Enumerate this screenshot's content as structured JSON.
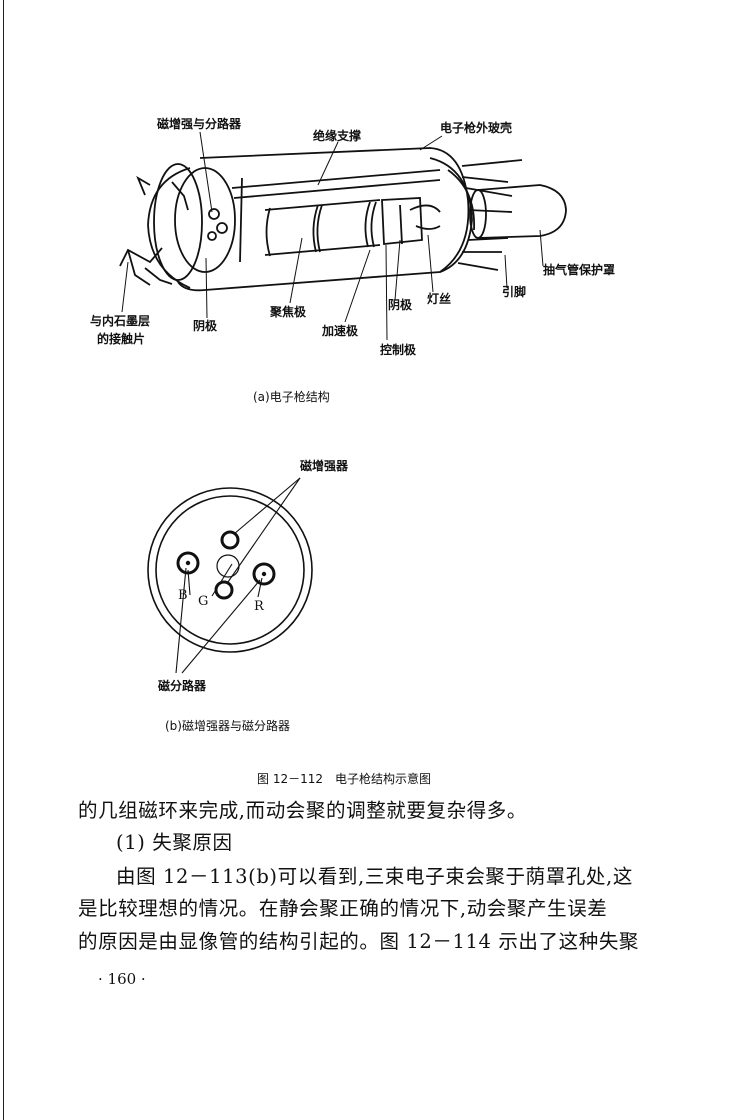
{
  "figure_a": {
    "labels": {
      "mag_enhancer_splitter": "磁增强与分路器",
      "insulating_support": "绝缘支撑",
      "gun_glass_shell": "电子枪外玻壳",
      "exhaust_cover": "抽气管保护罩",
      "pins": "引脚",
      "contact_line1": "与内石墨层",
      "contact_line2": "的接触片",
      "cathode_left": "阴极",
      "focus_electrode": "聚焦极",
      "accelerating_electrode": "加速极",
      "cathode_right": "阴极",
      "filament": "灯丝",
      "control_electrode": "控制极"
    },
    "caption": "(a)电子枪结构"
  },
  "figure_b": {
    "labels": {
      "mag_enhancer": "磁增强器",
      "mag_splitter": "磁分路器",
      "b": "B",
      "g": "G",
      "r": "R"
    },
    "caption": "(b)磁增强器与磁分路器"
  },
  "figure_caption": "图 12－112　电子枪结构示意图",
  "body": {
    "line1": "的几组磁环来完成,而动会聚的调整就要复杂得多。",
    "line2": "(1) 失聚原因",
    "line3": "由图 12－113(b)可以看到,三束电子束会聚于荫罩孔处,这",
    "line4": "是比较理想的情况。在静会聚正确的情况下,动会聚产生误差",
    "line5": "的原因是由显像管的结构引起的。图 12－114 示出了这种失聚"
  },
  "page_number": "· 160 ·"
}
